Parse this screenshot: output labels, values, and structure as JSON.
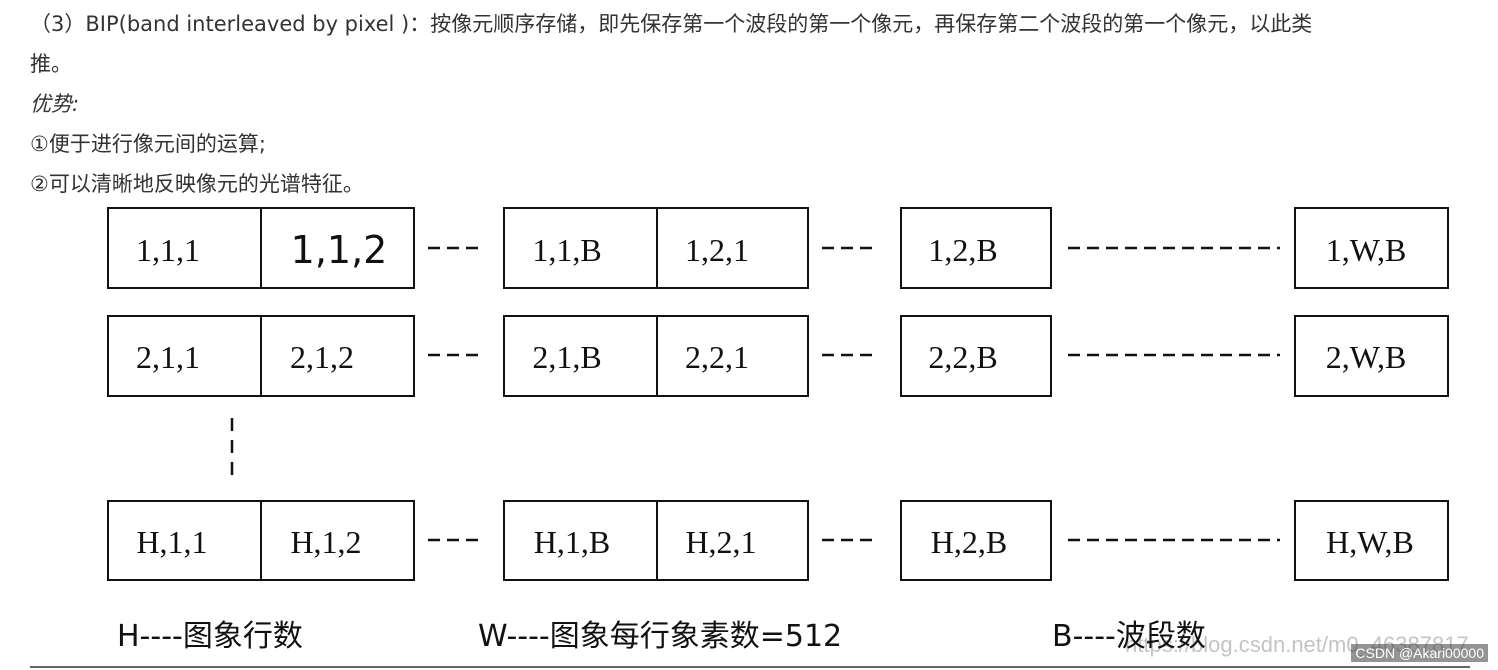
{
  "text": {
    "line1": "（3）BIP(band interleaved by pixel )：按像元顺序存储，即先保存第一个波段的第一个像元，再保存第二个波段的第一个像元，以此类",
    "line2": "推。",
    "advantages_heading": "优势:",
    "advantage1": "①便于进行像元间的运算;",
    "advantage2": "②可以清晰地反映像元的光谱特征。"
  },
  "diagram": {
    "rows": [
      {
        "cells": [
          "1,1,1",
          "1,1,2",
          "1,1,B",
          "1,2,1",
          "1,2,B",
          "1,W,B"
        ]
      },
      {
        "cells": [
          "2,1,1",
          "2,1,2",
          "2,1,B",
          "2,2,1",
          "2,2,B",
          "2,W,B"
        ]
      },
      {
        "cells": [
          "H,1,1",
          "H,1,2",
          "H,1,B",
          "H,2,1",
          "H,2,B",
          "H,W,B"
        ]
      }
    ],
    "short_dash": "---",
    "long_dash": "-----------",
    "legend": {
      "h": "H----图象行数",
      "w": "W----图象每行象素数=512",
      "b": "B----波段数"
    }
  },
  "watermark": {
    "url_text": "https://blog.csdn.net/m0_46387817",
    "badge": "CSDN @Akari00000"
  },
  "colors": {
    "text": "#333333",
    "diagram_line": "#111111",
    "divider": "#666666"
  }
}
